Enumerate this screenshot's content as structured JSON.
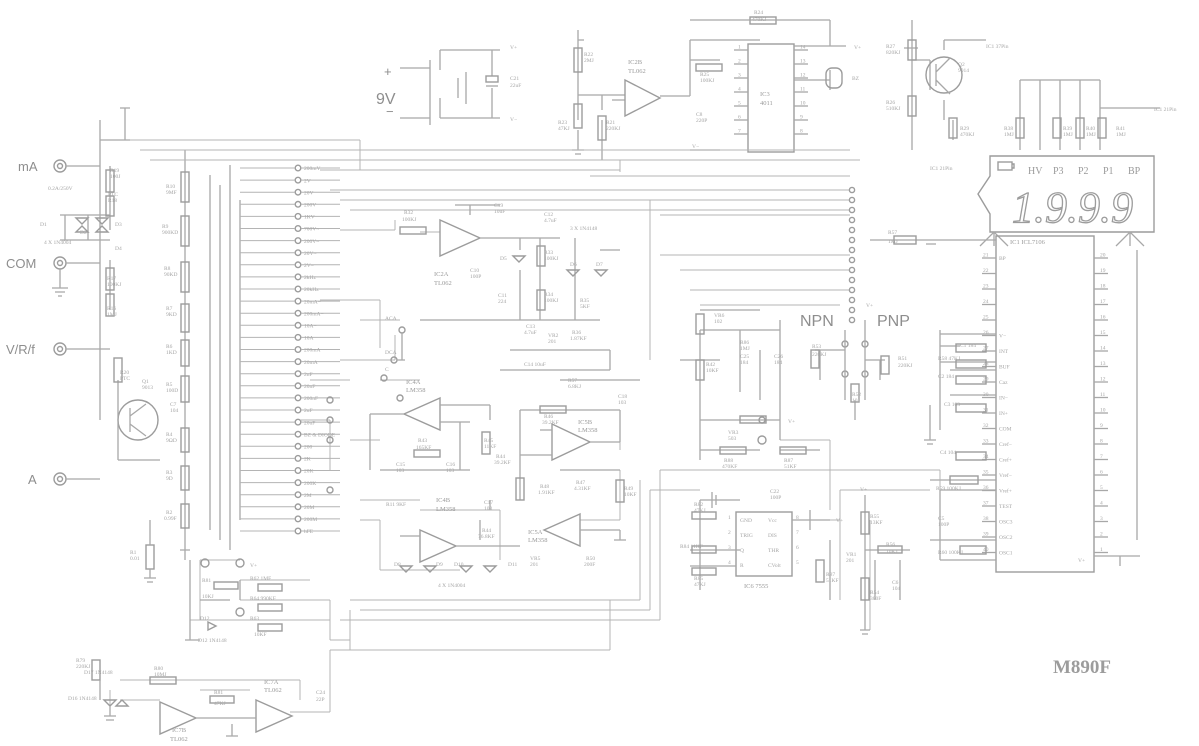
{
  "title": "M890F",
  "inputs": {
    "ma": "mA",
    "com": "COM",
    "vrf": "V/R/f",
    "a": "A"
  },
  "battery": {
    "label": "9V",
    "plus": "+",
    "minus": "−",
    "cap": "C21",
    "cap_val": "22uF",
    "vplus": "V+",
    "vminus": "V−"
  },
  "display": {
    "digits": "1.9.9.9",
    "flags": [
      "HV",
      "P3",
      "P2",
      "P1",
      "BP"
    ],
    "batt_icon": "battery-low-icon"
  },
  "ics": {
    "ic1": "IC1  ICL7106",
    "ic2a": [
      "IC2A",
      "TL062"
    ],
    "ic2b": [
      "IC2B",
      "TL062"
    ],
    "ic3": [
      "IC3",
      "4011"
    ],
    "ic4a": [
      "IC4A",
      "LM358"
    ],
    "ic4b": [
      "IC4B",
      "LM358"
    ],
    "ic5a": [
      "IC5A",
      "LM358"
    ],
    "ic5b": [
      "IC5B",
      "LM358"
    ],
    "ic6": "IC6  7555",
    "ic7a": [
      "IC7A",
      "TL062"
    ],
    "ic7b": [
      "IC7B",
      "TL062"
    ]
  },
  "ic1_pins_left": [
    {
      "n": "21",
      "name": "BP"
    },
    {
      "n": "22",
      "name": ""
    },
    {
      "n": "23",
      "name": ""
    },
    {
      "n": "24",
      "name": ""
    },
    {
      "n": "25",
      "name": ""
    },
    {
      "n": "26",
      "name": "V−"
    },
    {
      "n": "27",
      "name": "INT"
    },
    {
      "n": "28",
      "name": "BUF"
    },
    {
      "n": "29",
      "name": "Caz"
    },
    {
      "n": "30",
      "name": "IN−"
    },
    {
      "n": "31",
      "name": "IN+"
    },
    {
      "n": "32",
      "name": "COM"
    },
    {
      "n": "33",
      "name": "Cref−"
    },
    {
      "n": "34",
      "name": "Cref+"
    },
    {
      "n": "35",
      "name": "Vref−"
    },
    {
      "n": "36",
      "name": "Vref+"
    },
    {
      "n": "37",
      "name": "TEST"
    },
    {
      "n": "38",
      "name": "OSC3"
    },
    {
      "n": "39",
      "name": "OSC2"
    },
    {
      "n": "40",
      "name": "OSC1"
    }
  ],
  "ic1_pins_right": [
    "20",
    "19",
    "18",
    "17",
    "16",
    "15",
    "14",
    "13",
    "12",
    "11",
    "10",
    "9",
    "8",
    "7",
    "6",
    "5",
    "4",
    "3",
    "2",
    "1"
  ],
  "ic1_right_bottom": "V+",
  "ic3_pins_left": [
    "1",
    "2",
    "3",
    "4",
    "5",
    "6",
    "7"
  ],
  "ic3_pins_right": [
    "14",
    "13",
    "12",
    "11",
    "10",
    "9",
    "8"
  ],
  "ic6_pins": {
    "l": [
      "GND",
      "TRIG",
      "Q",
      "R"
    ],
    "r": [
      "Vcc",
      "DIS",
      "THR",
      "CVolt"
    ],
    "ln": [
      "1",
      "2",
      "3",
      "4"
    ],
    "rn": [
      "8",
      "7",
      "6",
      "5"
    ]
  },
  "range_labels": [
    "200mV",
    "2V",
    "20V",
    "200V",
    "1KV",
    "700V~",
    "200V~",
    "20V~",
    "2V~",
    "2kHz",
    "20kHz",
    "20mA−",
    "200mA−",
    "10A−",
    "10A",
    "200mA",
    "20mA",
    "2nF",
    "20nF",
    "200nF",
    "2uF",
    "20uF",
    "BZ & DIODE",
    "200",
    "2K",
    "20K",
    "200K",
    "2M",
    "20M",
    "200M",
    "hFE"
  ],
  "switch_labels": {
    "aca": "ACA",
    "dca": "DCA",
    "c": "C"
  },
  "npn": "NPN",
  "pnp": "PNP",
  "parts_left": [
    [
      "R19",
      "100J"
    ],
    [
      "PTC",
      "R18"
    ],
    [
      "R17",
      "100KJ"
    ],
    [
      "R16",
      "1MJ"
    ],
    [
      "R10",
      "9MF"
    ],
    [
      "R9",
      "900KD"
    ],
    [
      "R8",
      "90KD"
    ],
    [
      "R7",
      "9KD"
    ],
    [
      "R6",
      "1KD"
    ],
    [
      "R5",
      "100D"
    ],
    [
      "R4",
      "9ΩD"
    ],
    [
      "R3",
      "9D"
    ],
    [
      "R2",
      "0.99F"
    ],
    [
      "R1",
      "0.01"
    ],
    [
      "R20",
      "PTC"
    ],
    [
      "Q1",
      "9013"
    ],
    [
      "C7",
      "104"
    ]
  ],
  "notes": {
    "fuse": "0.2A/250V",
    "diodes": "4 X 1N4004",
    "diodes2": "4 X 1N4004",
    "d17": "D17 1N4148",
    "d16": "D16 1N4148",
    "d12": "D12 1N4148",
    "dx": "3 X 1N4148",
    "ic1_37": "IC1 37Pin",
    "ic1_21a": "IC1 21Pin",
    "ic1_21b": "IC1 21Pin"
  },
  "misc_labels": [
    "R22 2MJ",
    "R23 47KJ",
    "R21 220KJ",
    "R24 470KJ",
    "R25 100KJ",
    "C8 220P",
    "BZ",
    "R27 820KJ",
    "R26 510KJ",
    "Q2 9014",
    "R29 470KJ",
    "R38 1MJ",
    "R39 1MJ",
    "R40 1MJ",
    "R41 1MJ",
    "R37 1MJ",
    "R32 100KJ",
    "C19 10uF",
    "C12 4.7uF",
    "C10 100P",
    "C11 224",
    "R33 100KJ",
    "R34 100KJ",
    "R35 5KF",
    "R36 1.87KF",
    "C13 4.7uF",
    "VR2 201",
    "C14 10uF",
    "R57 6.8KJ",
    "VR6 102",
    "R42 10KF",
    "C25 184",
    "C26 184",
    "R86 1MJ",
    "R53 220KJ",
    "R51 220KJ",
    "R52 10J",
    "C1 184",
    "R58 47KJ",
    "C2 184",
    "C3 103",
    "C4 104",
    "R59 100KJ",
    "C5 100P",
    "R60 100KJ",
    "R55 13KF",
    "R56 10KJ",
    "VR1 201",
    "R54 380F",
    "C6 104",
    "R43 165KF",
    "C15 103",
    "C16 103",
    "R45 11KF",
    "R46 39.2KF",
    "C18 103",
    "R44 39.2KF",
    "R48 1.91KF",
    "R47 4.31KF",
    "R49 10KF",
    "VR3 503",
    "R88 470KF",
    "R87 51KF",
    "C22 100P",
    "R82 47KJ",
    "R84 11KF",
    "R85 47KJ",
    "R87b 51KF",
    "R11 9KF",
    "C17 103",
    "R44b 76.8KF",
    "VR5 201",
    "R50 200F",
    "R81 10KJ",
    "R62 1MF",
    "R64 990KF",
    "R63 10KF",
    "R15 900KF",
    "R14 90KF",
    "R13 9KF",
    "R12 900F",
    "R79 220KJ",
    "R80 10MJ",
    "R81b 47KJ",
    "C24 22P"
  ]
}
